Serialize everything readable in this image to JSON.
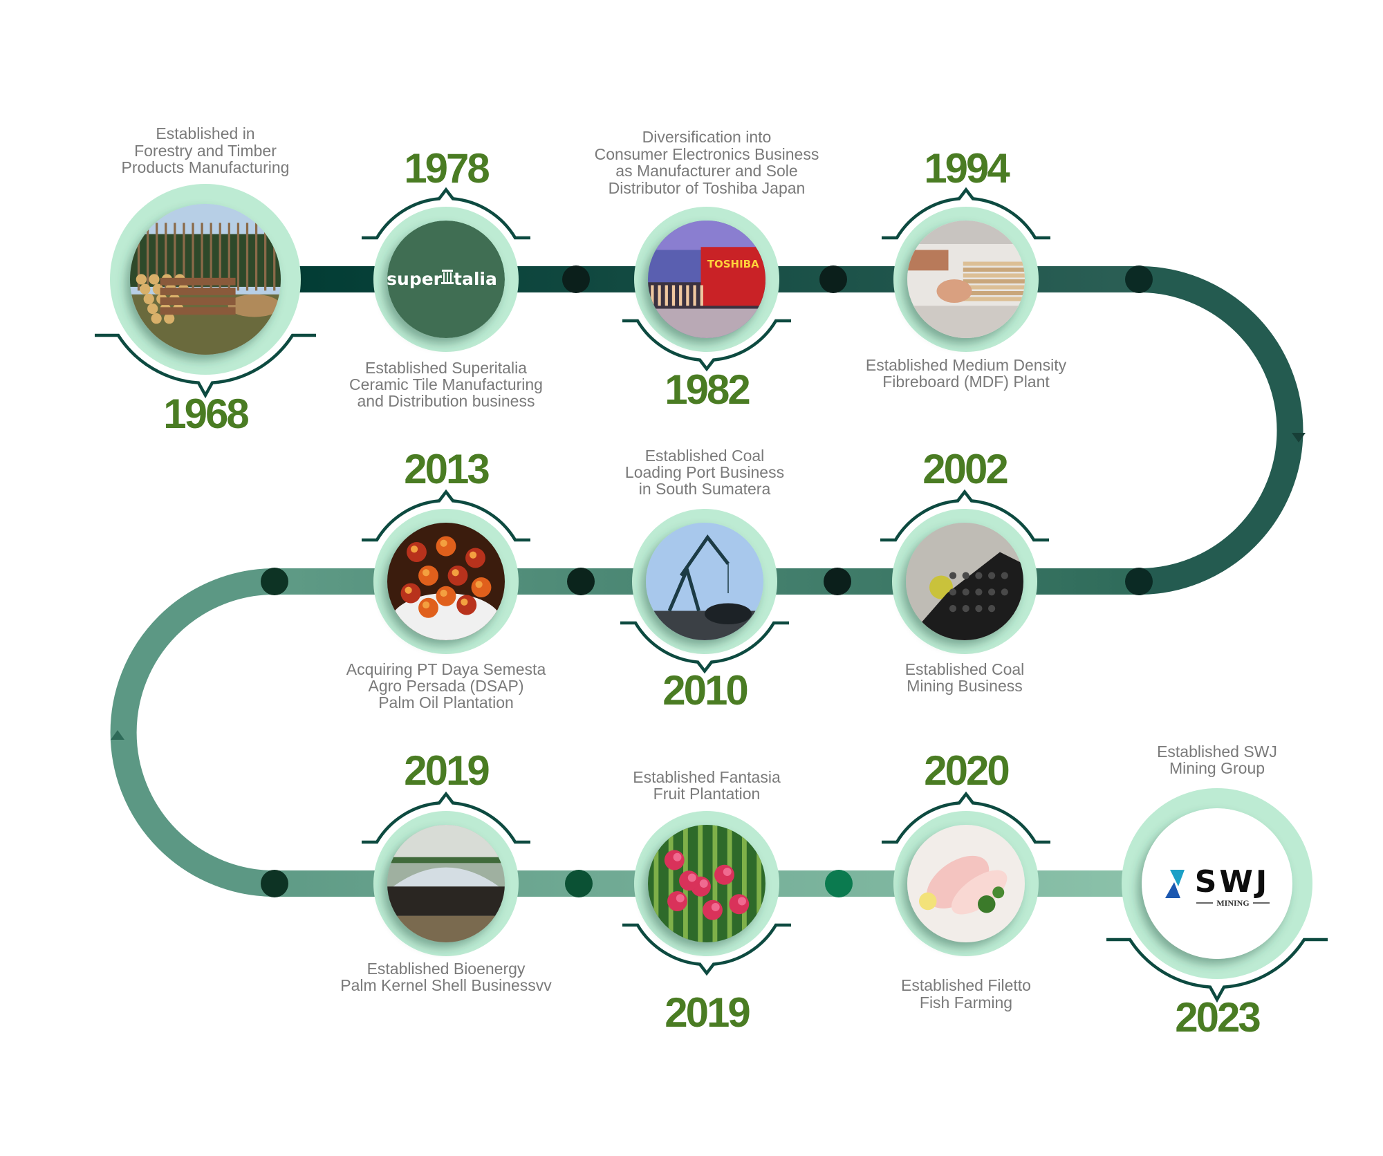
{
  "title": "Company Milestones Timeline",
  "colors": {
    "year": "#4a7c23",
    "description": "#7a7a7a",
    "ring": "#bdebd3",
    "bracket": "#0d4a40",
    "track_dark": "#023c34",
    "track_mid": "#2f6b5a",
    "track_light": "#8fc5ad"
  },
  "milestones": [
    {
      "year": "1968",
      "lines": [
        "Established in",
        "Forestry and Timber",
        "Products Manufacturing"
      ],
      "photo": "forest-logs-photo"
    },
    {
      "year": "1978",
      "lines": [
        "Established Superitalia",
        "Ceramic Tile Manufacturing",
        "and Distribution business"
      ],
      "photo": "superitalia-logo"
    },
    {
      "year": "1982",
      "lines": [
        "Diversification into",
        "Consumer Electronics Business",
        "as Manufacturer and Sole",
        "Distributor of Toshiba Japan"
      ],
      "photo": "toshiba-building-photo"
    },
    {
      "year": "1994",
      "lines": [
        "Established Medium Density",
        "Fibreboard (MDF) Plant"
      ],
      "photo": "mdf-boards-photo"
    },
    {
      "year": "2002",
      "lines": [
        "Established  Coal",
        "Mining Business"
      ],
      "photo": "coal-pile-photo"
    },
    {
      "year": "2010",
      "lines": [
        "Established Coal",
        "Loading Port Business",
        "in South Sumatera"
      ],
      "photo": "port-crane-photo"
    },
    {
      "year": "2013",
      "lines": [
        "Acquiring PT Daya Semesta",
        "Agro Persada (DSAP)",
        "Palm Oil Plantation"
      ],
      "photo": "palm-fruit-photo"
    },
    {
      "year": "2019",
      "lines": [
        "Established Bioenergy",
        "Palm Kernel Shell Businessvv"
      ],
      "photo": "barge-photo"
    },
    {
      "year": "2019",
      "lines": [
        "Established Fantasia",
        "Fruit Plantation"
      ],
      "photo": "dragon-fruit-photo"
    },
    {
      "year": "2020",
      "lines": [
        "Established Filetto",
        "Fish Farming"
      ],
      "photo": "fish-fillet-photo"
    },
    {
      "year": "2023",
      "lines": [
        "Established SWJ",
        "Mining Group"
      ],
      "photo": "swj-mining-logo"
    }
  ],
  "logos": {
    "superitalia": [
      "super",
      "talia"
    ],
    "toshiba": "TOSHIBA",
    "swj": "SWJ",
    "swj_sub": "MINING"
  }
}
